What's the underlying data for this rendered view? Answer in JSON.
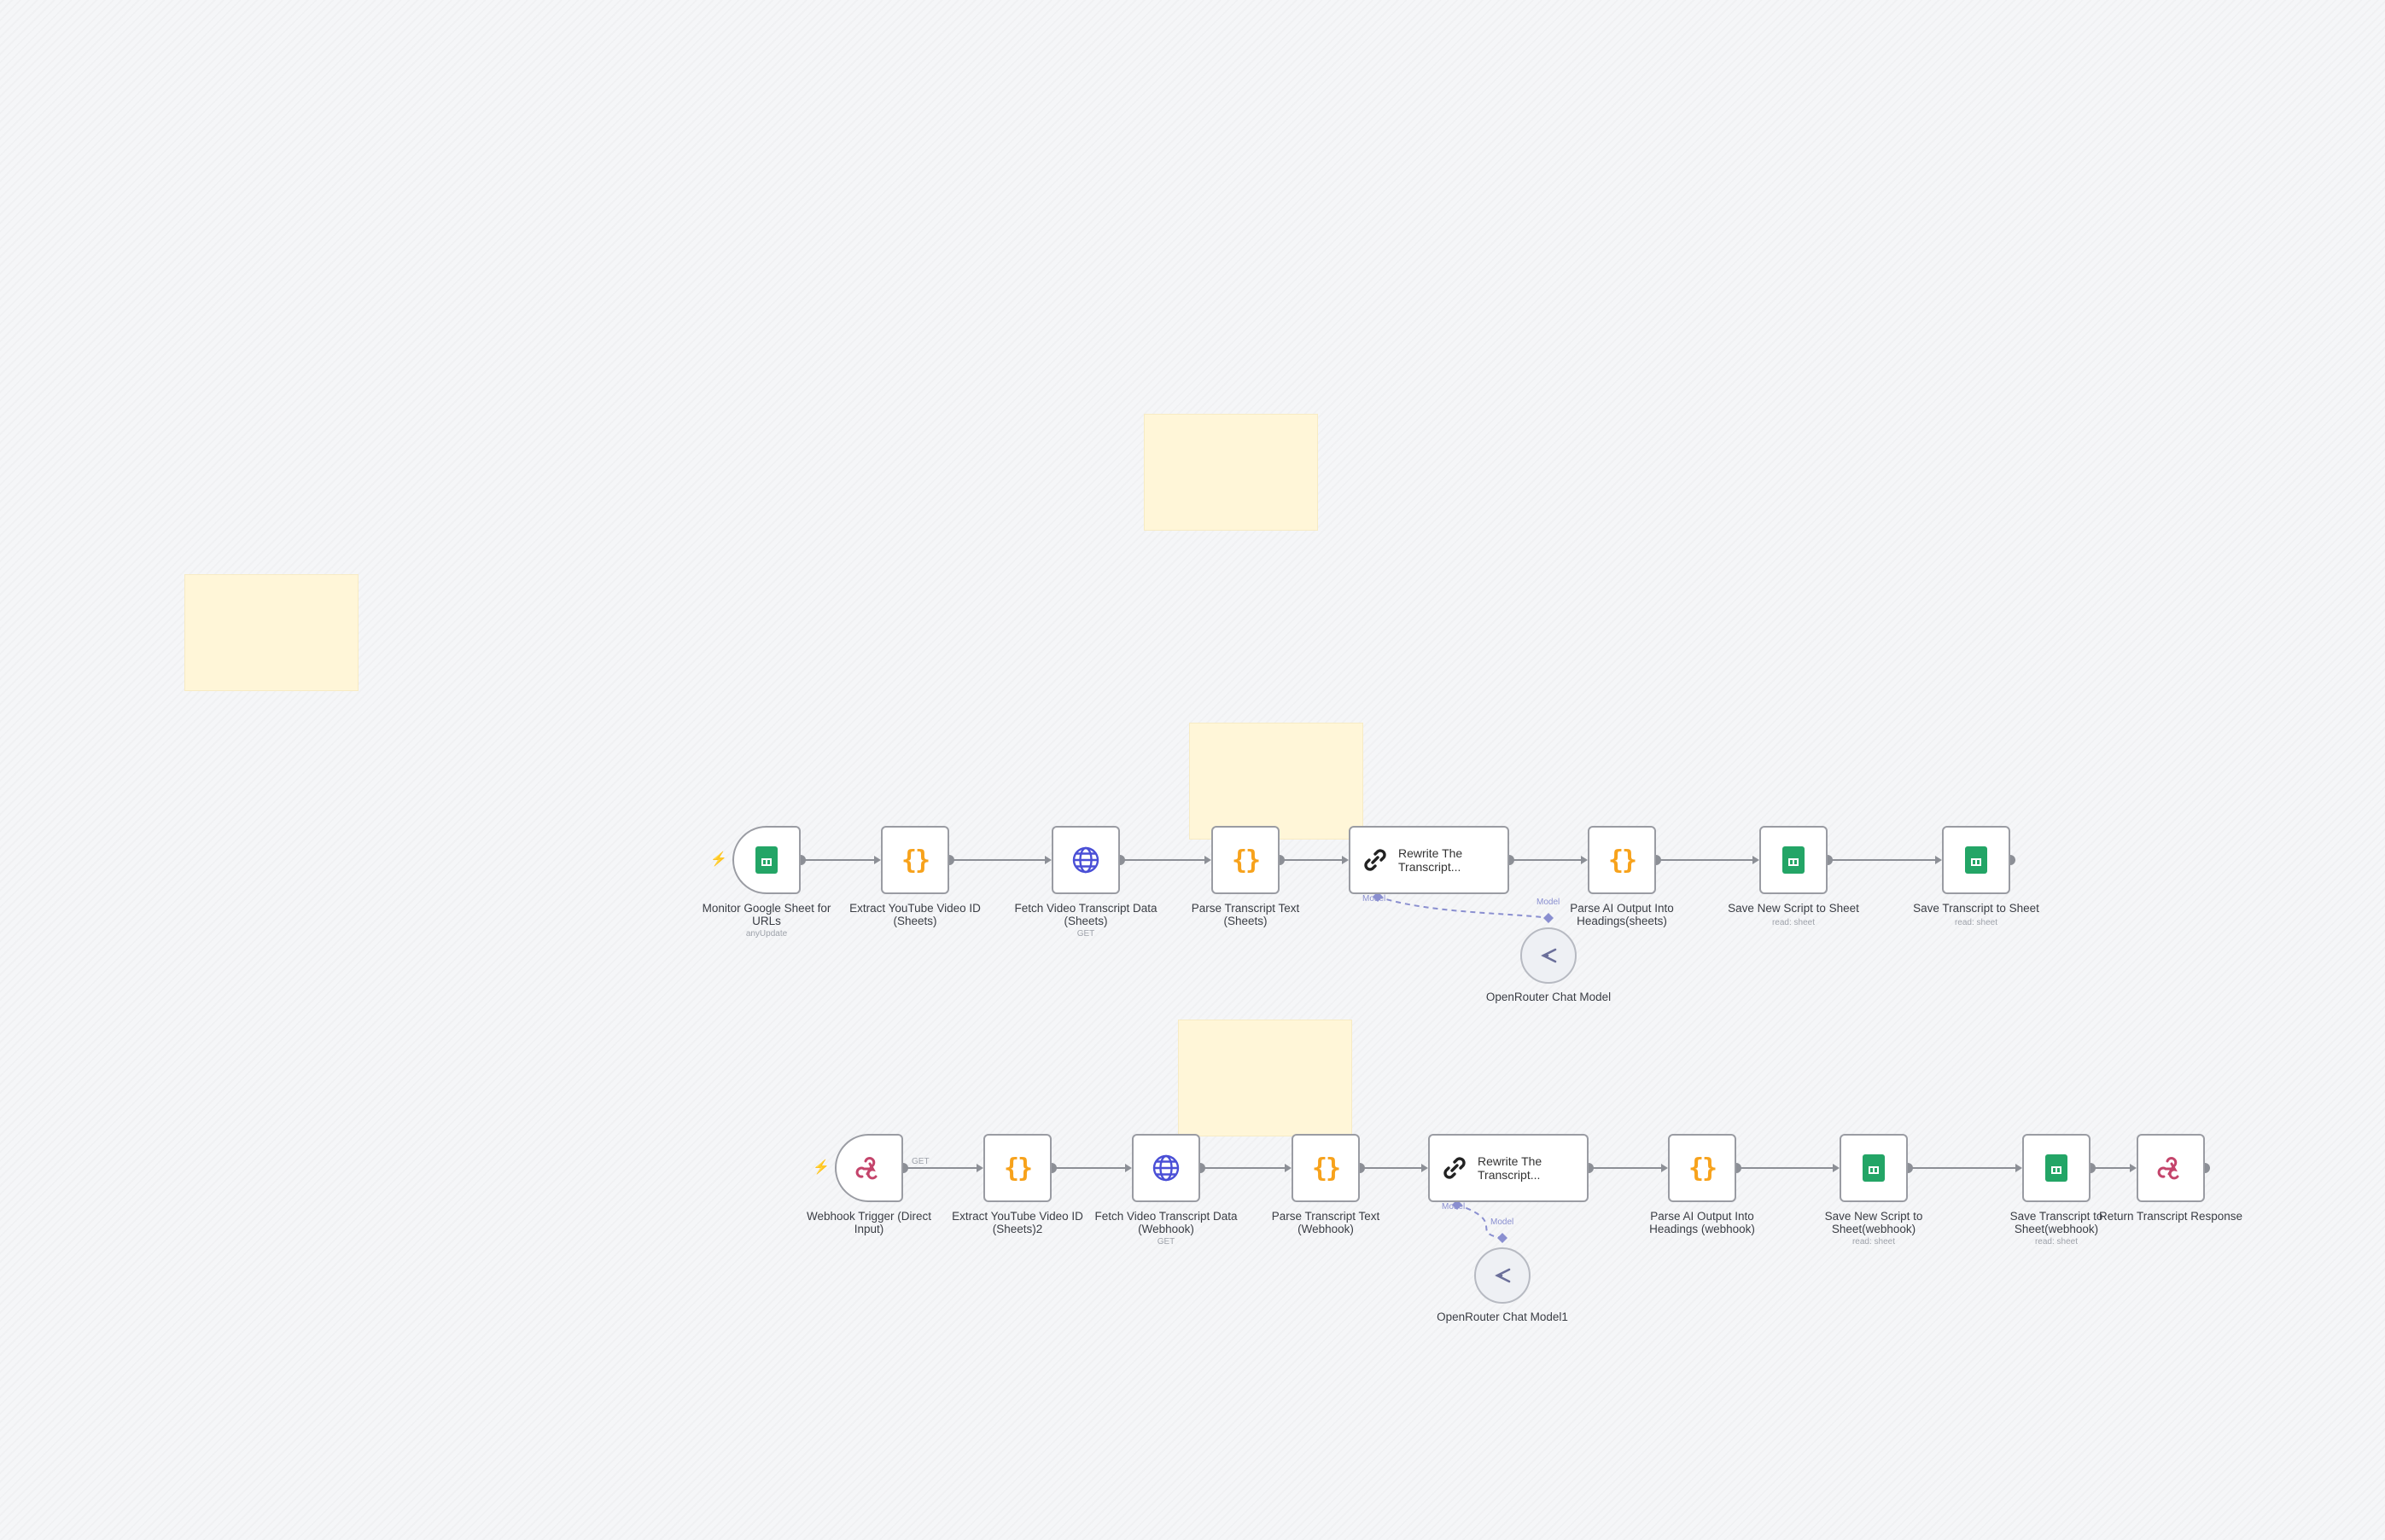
{
  "canvas": {
    "background": "#f5f6f8"
  },
  "colors": {
    "sheets": "#23a566",
    "code": "#f7a21b",
    "http": "#4a4fd6",
    "webhook": "#c4446b",
    "wire": "#8c8f96",
    "ai_connection": "#8a8fd0",
    "trigger_bolt": "#ff6d5a",
    "sticky_note": "#fff6d8"
  },
  "workflow_sheets": {
    "nodes": [
      {
        "id": "s1",
        "label": "Monitor Google Sheet for URLs",
        "subtitle": "anyUpdate",
        "icon": "google-sheets-icon",
        "trigger": true
      },
      {
        "id": "s2",
        "label": "Extract YouTube Video ID (Sheets)",
        "subtitle": "",
        "icon": "code-icon"
      },
      {
        "id": "s3",
        "label": "Fetch Video Transcript Data (Sheets)",
        "subtitle": "GET",
        "icon": "globe-icon"
      },
      {
        "id": "s4",
        "label": "Parse Transcript Text (Sheets)",
        "subtitle": "",
        "icon": "code-icon"
      },
      {
        "id": "s5",
        "label": "Rewrite The Transcript...",
        "subtitle": "",
        "icon": "ai-agent-icon",
        "agent": true
      },
      {
        "id": "s6",
        "label": "Parse AI Output Into Headings(sheets)",
        "subtitle": "",
        "icon": "code-icon"
      },
      {
        "id": "s7",
        "label": "Save New Script to Sheet",
        "subtitle": "read: sheet",
        "icon": "google-sheets-icon"
      },
      {
        "id": "s8",
        "label": "Save Transcript to Sheet",
        "subtitle": "read: sheet",
        "icon": "google-sheets-icon"
      }
    ],
    "chat_model": {
      "label": "OpenRouter Chat Model",
      "icon": "openrouter-icon"
    },
    "agent_handle_label": "Model",
    "model_handle_label": "Model"
  },
  "workflow_webhook": {
    "nodes": [
      {
        "id": "w1",
        "label": "Webhook Trigger (Direct Input)",
        "subtitle": "",
        "icon": "webhook-icon",
        "trigger": true,
        "out_label": "GET"
      },
      {
        "id": "w2",
        "label": "Extract YouTube Video ID (Sheets)2",
        "subtitle": "",
        "icon": "code-icon"
      },
      {
        "id": "w3",
        "label": "Fetch Video Transcript Data (Webhook)",
        "subtitle": "GET",
        "icon": "globe-icon"
      },
      {
        "id": "w4",
        "label": "Parse Transcript Text (Webhook)",
        "subtitle": "",
        "icon": "code-icon"
      },
      {
        "id": "w5",
        "label": "Rewrite The Transcript...",
        "subtitle": "",
        "icon": "ai-agent-icon",
        "agent": true
      },
      {
        "id": "w6",
        "label": "Parse AI Output Into Headings (webhook)",
        "subtitle": "",
        "icon": "code-icon"
      },
      {
        "id": "w7",
        "label": "Save New Script to Sheet(webhook)",
        "subtitle": "read: sheet",
        "icon": "google-sheets-icon"
      },
      {
        "id": "w8",
        "label": "Save Transcript to Sheet(webhook)",
        "subtitle": "read: sheet",
        "icon": "google-sheets-icon"
      },
      {
        "id": "w9",
        "label": "Return Transcript Response",
        "subtitle": "",
        "icon": "webhook-icon"
      }
    ],
    "chat_model": {
      "label": "OpenRouter Chat Model1",
      "icon": "openrouter-icon"
    },
    "agent_handle_label": "Model",
    "model_handle_label": "Model"
  },
  "sticky_notes": [
    {
      "id": "note-1",
      "text": ""
    },
    {
      "id": "note-2",
      "text": ""
    },
    {
      "id": "note-3",
      "text": ""
    },
    {
      "id": "note-4",
      "text": ""
    }
  ]
}
